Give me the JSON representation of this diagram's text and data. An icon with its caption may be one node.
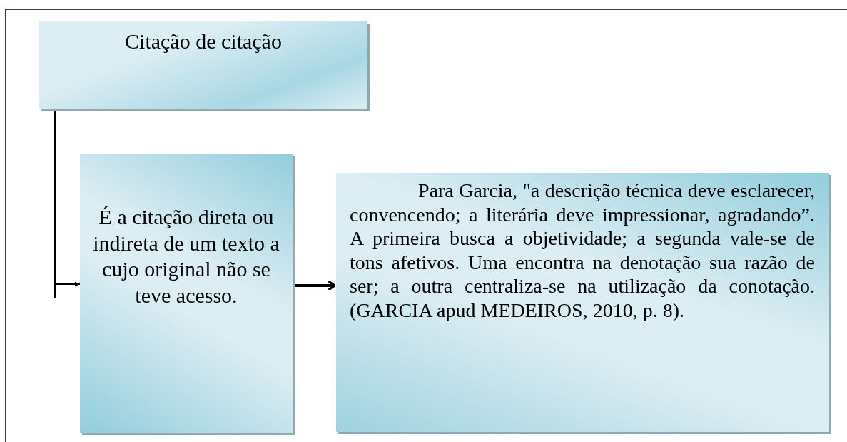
{
  "diagram": {
    "nodes": [
      {
        "text": [
          "Citação de citação"
        ]
      },
      {
        "text": [
          "É a citação direta ou indireta de um texto a cujo original não se teve acesso."
        ]
      },
      {
        "text": [
          "Para Garcia, \"a descrição técnica deve esclarecer, convencendo; a literária deve impressionar, agradando”. A primeira busca a objetividade; a segunda vale-se de tons afetivos. Uma encontra na denotação sua razão de ser; a outra centraliza-se na utilização da conotação. (GARCIA apud MEDEIROS, 2010, p. 8)."
        ]
      }
    ],
    "edges": [
      {
        "from": 0,
        "to": 1,
        "arrow": "to"
      },
      {
        "from": 1,
        "to": 2,
        "arrow": "to",
        "style": "thick"
      }
    ]
  }
}
